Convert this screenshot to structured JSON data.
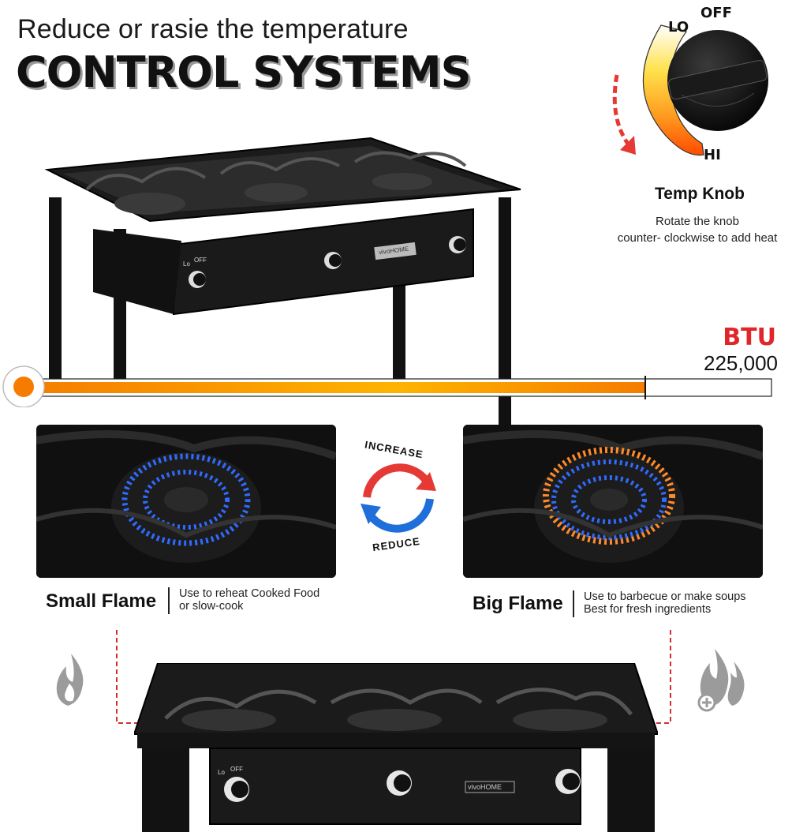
{
  "header": {
    "subtitle": "Reduce or rasie the temperature",
    "title": "CONTROL SYSTEMS"
  },
  "knob": {
    "label_lo": "LO",
    "label_off": "OFF",
    "label_hi": "HI",
    "title": "Temp Knob",
    "desc_line1": "Rotate the knob",
    "desc_line2": "counter- clockwise to add heat"
  },
  "btu": {
    "label": "BTU",
    "value": "225,000"
  },
  "stove": {
    "brand": "vivoHOME",
    "knob_lo": "Lo",
    "knob_off": "OFF"
  },
  "cycle": {
    "top": "INCREASE",
    "bottom": "REDUCE"
  },
  "flames": [
    {
      "title": "Small Flame",
      "desc_line1": "Use to reheat Cooked Food",
      "desc_line2": "or slow-cook"
    },
    {
      "title": "Big Flame",
      "desc_line1": "Use to barbecue or make soups",
      "desc_line2": "Best for fresh ingredients"
    }
  ],
  "colors": {
    "btu_red": "#e0262a",
    "bar_orange": "#f57c00",
    "arrow_red": "#e53935",
    "arrow_blue": "#1e6fd9",
    "flame_blue": "#2f6bff"
  }
}
